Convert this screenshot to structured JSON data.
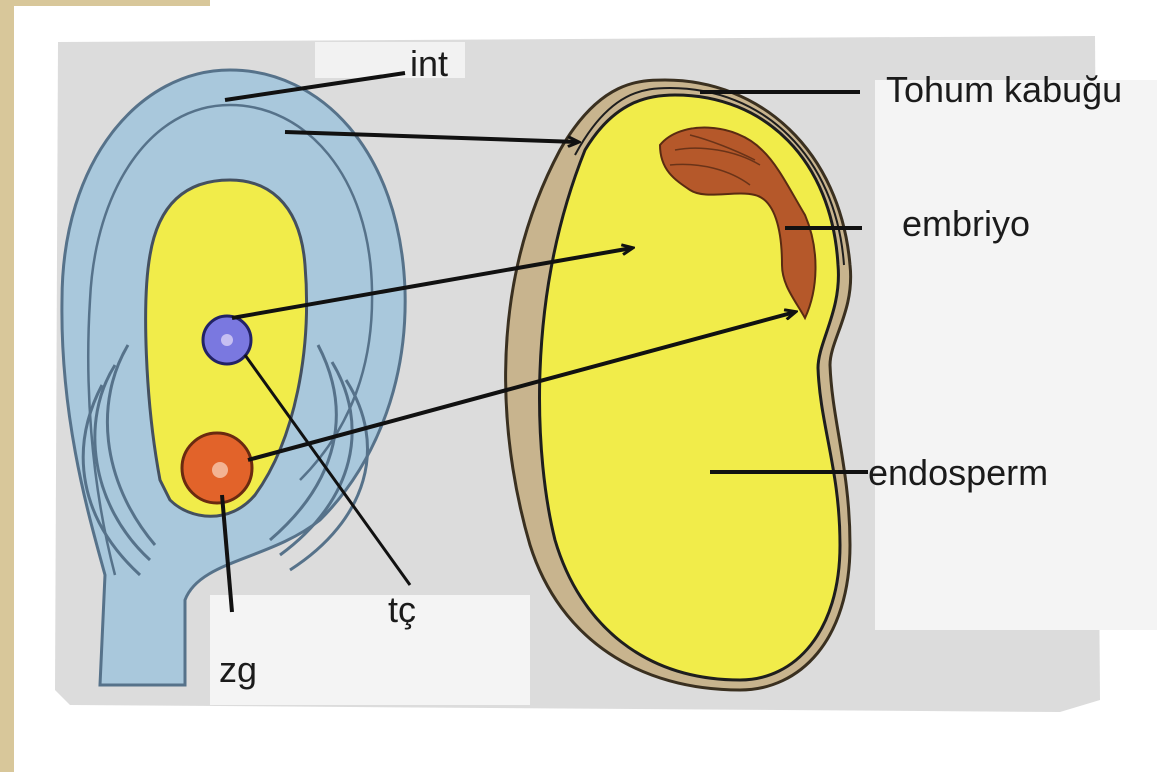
{
  "labels": {
    "int": "int",
    "seed_coat": "Tohum kabuğu",
    "embryo": "embriyo",
    "endosperm": "endosperm",
    "tc": "tç",
    "zg": "zg"
  },
  "colors": {
    "integument": "#a9c8dc",
    "embryo_sac": "#f1ec4a",
    "polar_nucleus": "#7a78e0",
    "zygote": "#e2632a",
    "seed_coat": "#c8b48e",
    "embryo": "#b5582a",
    "background": "#dcdcdc"
  }
}
